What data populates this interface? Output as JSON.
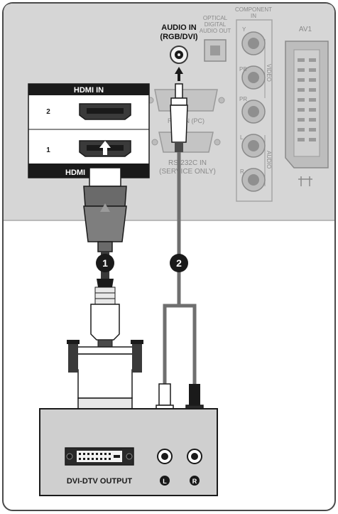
{
  "panel": {
    "audio_in_line1": "AUDIO IN",
    "audio_in_line2": "(RGB/DVI)",
    "optical_line1": "OPTICAL",
    "optical_line2": "DIGITAL",
    "optical_line3": "AUDIO OUT",
    "component_line1": "COMPONENT",
    "component_line2": "IN",
    "component_y": "Y",
    "component_pb": "PB",
    "component_pr": "PR",
    "component_l": "L",
    "component_r": "R",
    "component_video": "VIDEO",
    "component_audio": "AUDIO",
    "av1": "AV1",
    "rgb_in": "RGB IN (PC)",
    "rs232_line1": "RS-232C IN",
    "rs232_line2": "(SERVICE ONLY)"
  },
  "hdmi": {
    "header": "HDMI IN",
    "port2": "2",
    "port1": "1",
    "footer": "HDMI"
  },
  "steps": {
    "step1": "1",
    "step2": "2"
  },
  "source_device": {
    "output_label": "DVI-DTV OUTPUT",
    "audio_l": "L",
    "audio_r": "R"
  },
  "colors": {
    "panel_gray": "#d6d6d6",
    "device_gray": "#cfcfcf",
    "dark": "#1a1a1a",
    "cable_gray": "#7a7a7a",
    "white": "#ffffff"
  }
}
